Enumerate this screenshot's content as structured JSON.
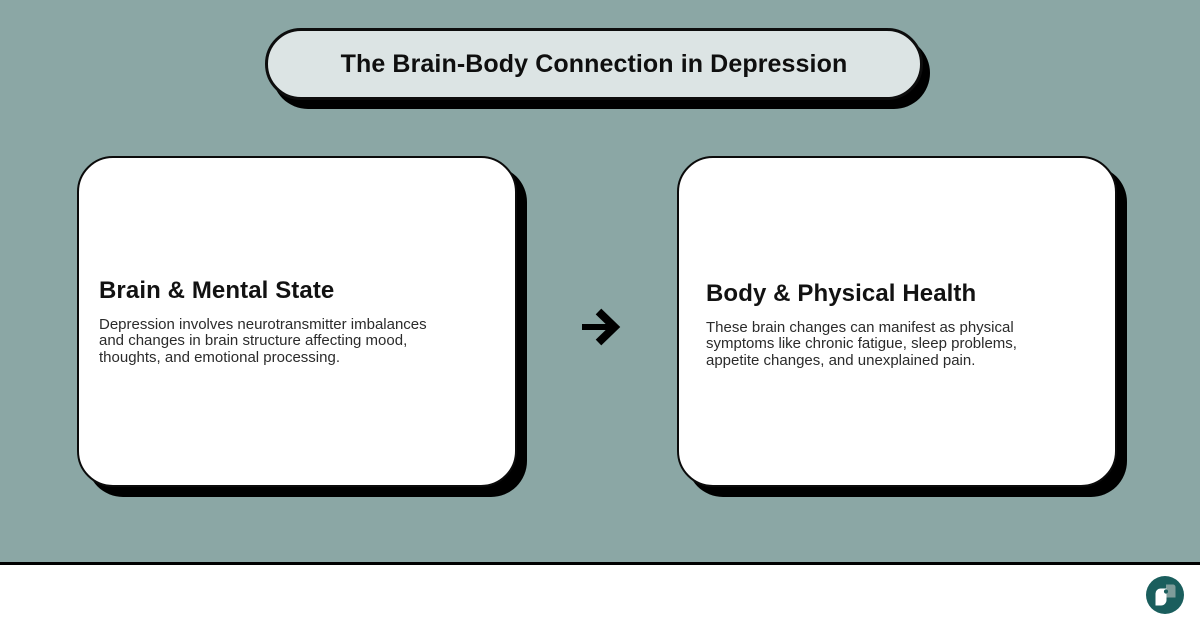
{
  "page": {
    "background_color": "#8ba7a5",
    "outline_color": "#0d0d0d"
  },
  "title_banner": {
    "text": "The Brain-Body Connection in Depression",
    "fill_color": "#dce4e4"
  },
  "cards": [
    {
      "heading": "Brain & Mental State",
      "body_lines": [
        "Depression involves neurotransmitter imbalances",
        "and changes in brain structure affecting mood,",
        "thoughts, and emotional processing."
      ]
    },
    {
      "heading": "Body & Physical Health",
      "body_lines": [
        "These brain changes can manifest as physical",
        "symptoms like chronic fatigue, sleep problems,",
        "appetite changes, and unexplained pain."
      ]
    }
  ],
  "connector": {
    "icon": "arrow-right-icon",
    "color": "#000000"
  },
  "footer": {
    "logo_icon": "brand-logo",
    "logo_circle_color": "#1a5e5d",
    "logo_accent_color": "#7e9c9a"
  }
}
